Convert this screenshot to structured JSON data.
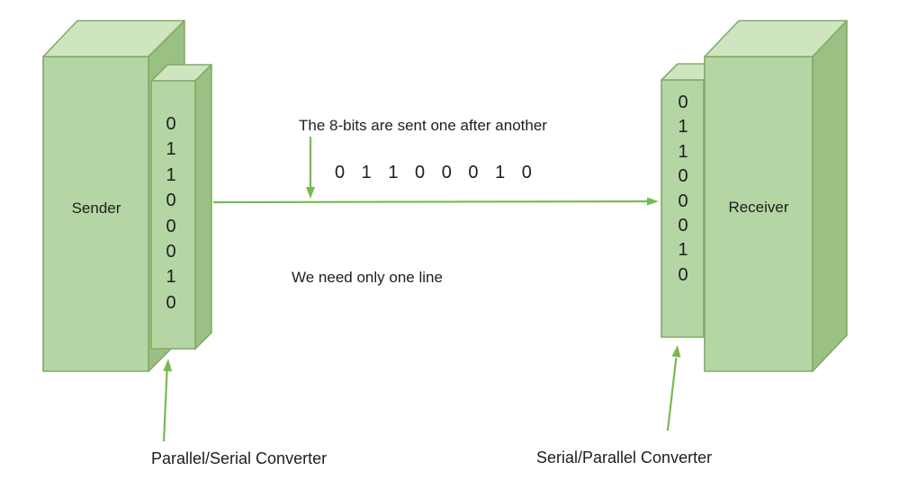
{
  "colors": {
    "front": "#b4d5a4",
    "top": "#cfe5c0",
    "side": "#9bc084",
    "stroke": "#83aa66",
    "arrow": "#77ba50",
    "text": "#1e1e1e"
  },
  "sender": {
    "label": "Sender",
    "bits": "0\n1\n1\n0\n0\n0\n1\n0",
    "converter_label": "Parallel/Serial Converter"
  },
  "receiver": {
    "label": "Receiver",
    "bits": "0\n1\n1\n0\n0\n0\n1\n0",
    "converter_label": "Serial/Parallel Converter"
  },
  "channel": {
    "note_top": "The 8-bits are sent one after another",
    "bits": "0 1 1 0 0 0 1 0",
    "note_bottom": "We need only one line"
  }
}
